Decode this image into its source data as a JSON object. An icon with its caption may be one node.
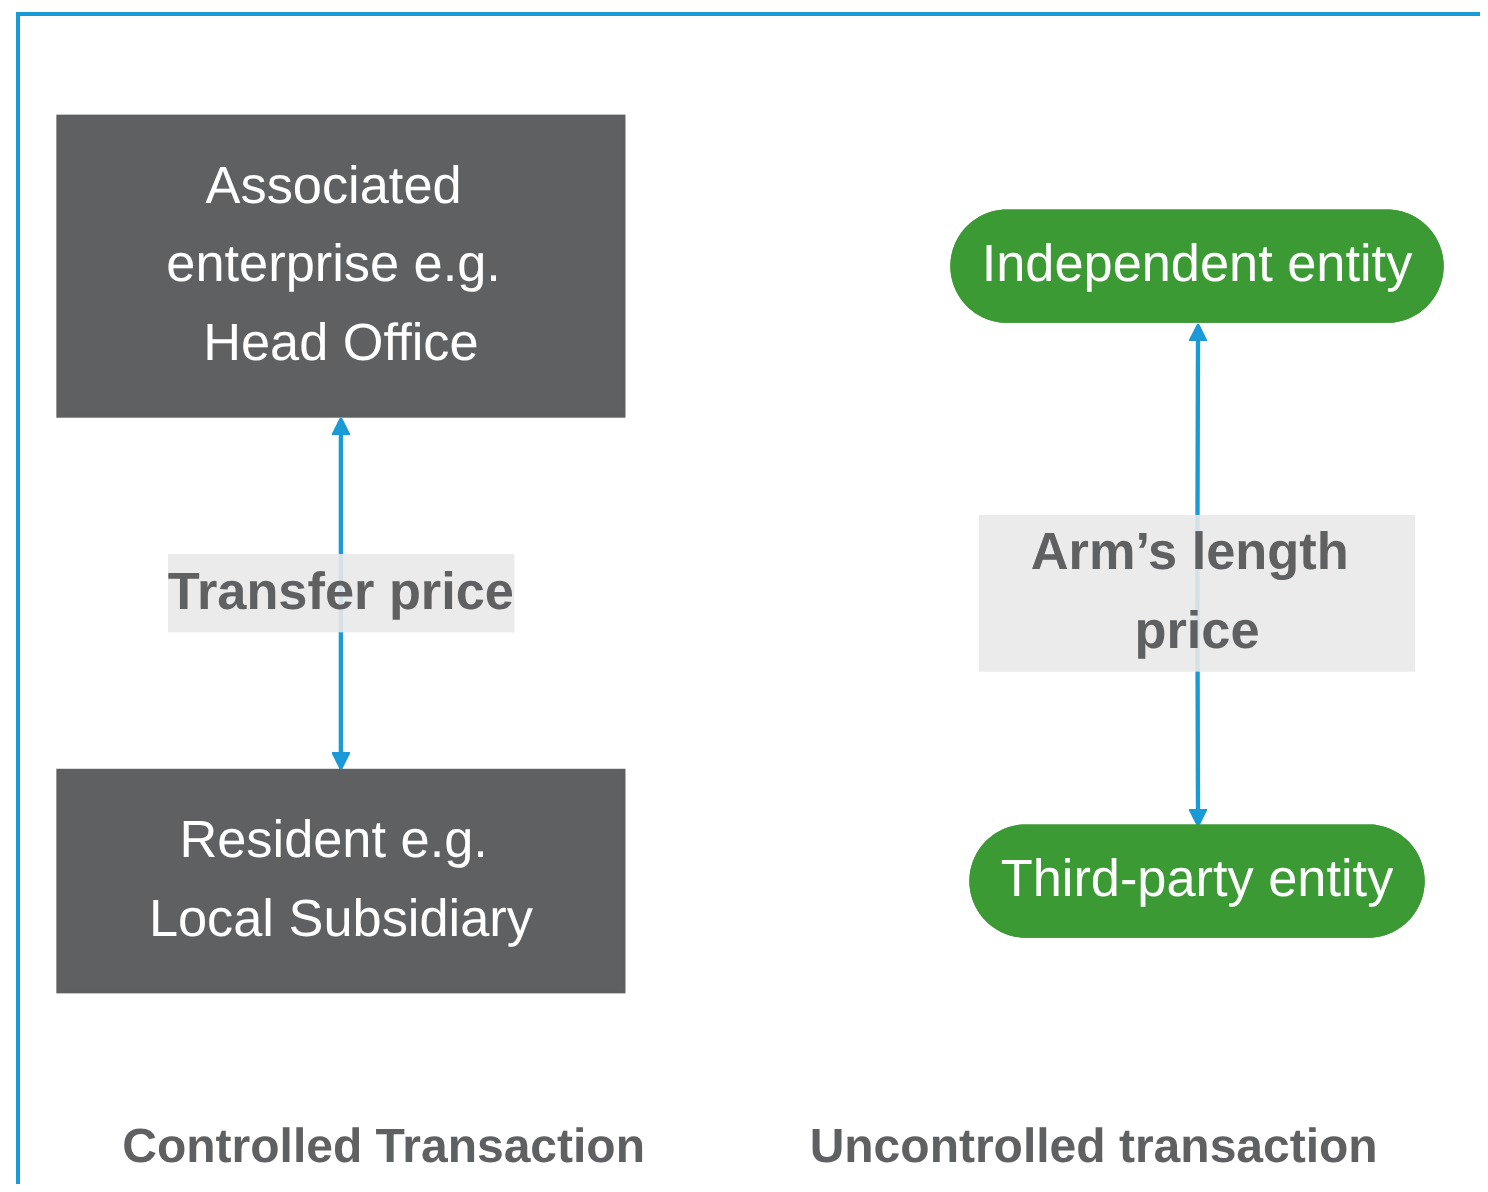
{
  "diagram": {
    "nodes": [
      {
        "text": [
          "Associated enterprise e.g. Head Office"
        ]
      },
      {
        "text": [
          "Independent entity"
        ]
      },
      {
        "text": [
          "Resident e.g. Local Subsidiary"
        ]
      },
      {
        "text": [
          "Third-party entity"
        ]
      }
    ],
    "edges": [
      {
        "from": 0,
        "to": 2,
        "arrow": "both",
        "label": "Transfer price"
      },
      {
        "from": 1,
        "to": 3,
        "arrow": "both",
        "label": "Arm’s length price"
      }
    ],
    "labels": [
      "Controlled Transaction",
      "Uncontrolled transaction"
    ]
  }
}
